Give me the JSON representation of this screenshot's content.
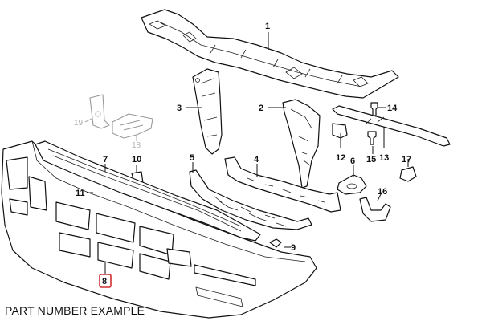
{
  "callouts": {
    "c1": "1",
    "c2": "2",
    "c3": "3",
    "c4": "4",
    "c5": "5",
    "c6": "6",
    "c7": "7",
    "c8": "8",
    "c9": "9",
    "c10": "10",
    "c11": "11",
    "c12": "12",
    "c13": "13",
    "c14": "14",
    "c15": "15",
    "c16": "16",
    "c17": "17",
    "c18": "18",
    "c19": "19"
  },
  "highlighted_part": "8",
  "caption": "PART NUMBER EXAMPLE",
  "colors": {
    "highlight": "#d0312d",
    "line": "#111111",
    "faded": "#9a9a9a"
  }
}
